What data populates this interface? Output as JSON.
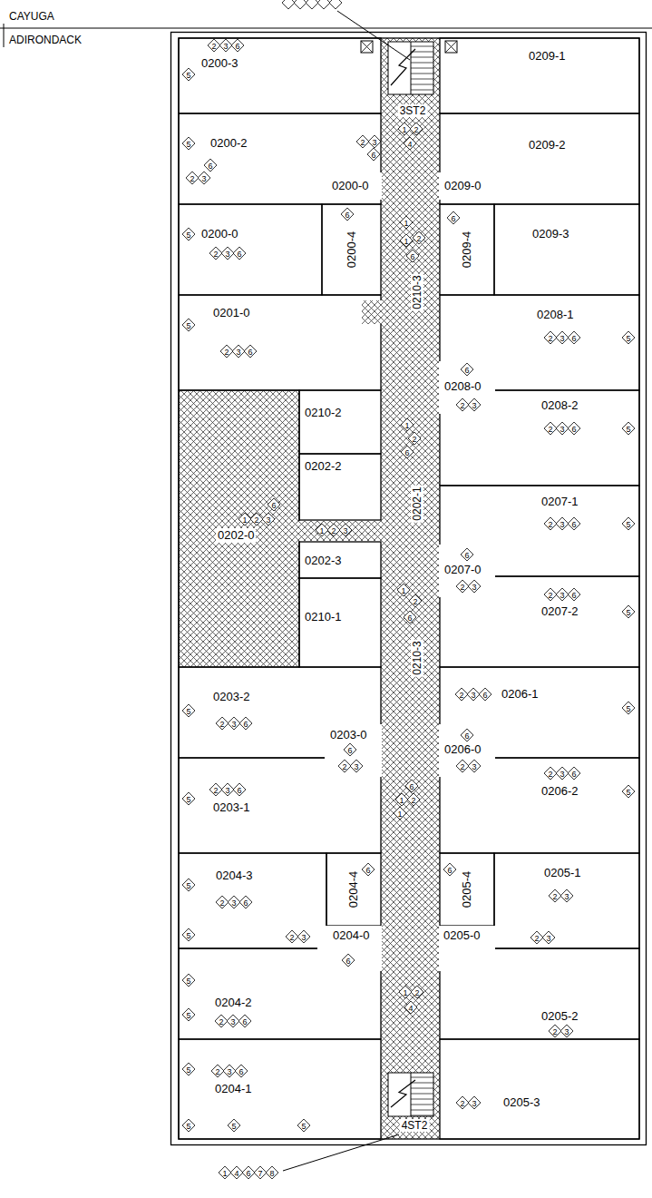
{
  "diagram": {
    "nodes": [
      {
        "text": [
          "0200-3"
        ]
      },
      {
        "text": [
          "0209-1"
        ]
      },
      {
        "text": [
          "0200-2"
        ]
      },
      {
        "text": [
          "0209-2"
        ]
      },
      {
        "text": [
          "0200-0"
        ]
      },
      {
        "text": [
          "0209-0"
        ]
      },
      {
        "text": [
          "0200-0"
        ]
      },
      {
        "text": [
          "0200-4"
        ]
      },
      {
        "text": [
          "0209-4"
        ]
      },
      {
        "text": [
          "0209-3"
        ]
      },
      {
        "text": [
          "0201-0"
        ]
      },
      {
        "text": [
          "0208-1"
        ]
      },
      {
        "text": [
          "0208-0"
        ]
      },
      {
        "text": [
          "0202-0"
        ]
      },
      {
        "text": [
          "0210-2"
        ]
      },
      {
        "text": [
          "0208-2"
        ]
      },
      {
        "text": [
          "0202-2"
        ]
      },
      {
        "text": [
          "0207-1"
        ]
      },
      {
        "text": [
          "0202-3"
        ]
      },
      {
        "text": [
          "0207-0"
        ]
      },
      {
        "text": [
          "0210-1"
        ]
      },
      {
        "text": [
          "0207-2"
        ]
      },
      {
        "text": [
          "0203-2"
        ]
      },
      {
        "text": [
          "0206-1"
        ]
      },
      {
        "text": [
          "0203-0"
        ]
      },
      {
        "text": [
          "0206-0"
        ]
      },
      {
        "text": [
          "0203-1"
        ]
      },
      {
        "text": [
          "0206-2"
        ]
      },
      {
        "text": [
          "0204-3"
        ]
      },
      {
        "text": [
          "0204-4"
        ]
      },
      {
        "text": [
          "0205-4"
        ]
      },
      {
        "text": [
          "0205-1"
        ]
      },
      {
        "text": [
          "0204-0"
        ]
      },
      {
        "text": [
          "0205-0"
        ]
      },
      {
        "text": [
          "0204-2"
        ]
      },
      {
        "text": [
          "0205-2"
        ]
      },
      {
        "text": [
          "0204-1"
        ]
      },
      {
        "text": [
          "0205-3"
        ]
      }
    ],
    "labels": [
      "CAYUGA",
      "ADIRONDACK",
      "2",
      "3",
      "6",
      "5",
      "5",
      "6",
      "2",
      "3",
      "2",
      "3",
      "6",
      "3ST2",
      "1",
      "2",
      "4",
      "5",
      "2",
      "3",
      "6",
      "6",
      "1",
      "1",
      "2",
      "6",
      "0210-3",
      "6",
      "5",
      "2",
      "3",
      "6",
      "6",
      "2",
      "3",
      "2",
      "3",
      "6",
      "5",
      "2",
      "3",
      "6",
      "5",
      "6",
      "1",
      "2",
      "3",
      "1",
      "2",
      "3",
      "1",
      "2",
      "6",
      "0202-1",
      "2",
      "3",
      "6",
      "5",
      "6",
      "2",
      "3",
      "1",
      "2",
      "6",
      "0210-3",
      "2",
      "3",
      "6",
      "5",
      "5",
      "2",
      "3",
      "6",
      "6",
      "2",
      "3",
      "2",
      "3",
      "6",
      "5",
      "6",
      "2",
      "3",
      "5",
      "2",
      "3",
      "6",
      "6",
      "1",
      "2",
      "1",
      "2",
      "3",
      "6",
      "5",
      "5",
      "2",
      "3",
      "6",
      "6",
      "6",
      "2",
      "3",
      "5",
      "2",
      "3",
      "6",
      "2",
      "3",
      "1",
      "2",
      "4",
      "5",
      "5",
      "2",
      "3",
      "6",
      "2",
      "3",
      "5",
      "2",
      "3",
      "6",
      "5",
      "5",
      "5",
      "2",
      "3",
      "4ST2",
      "1",
      "4",
      "6",
      "7",
      "8"
    ]
  }
}
